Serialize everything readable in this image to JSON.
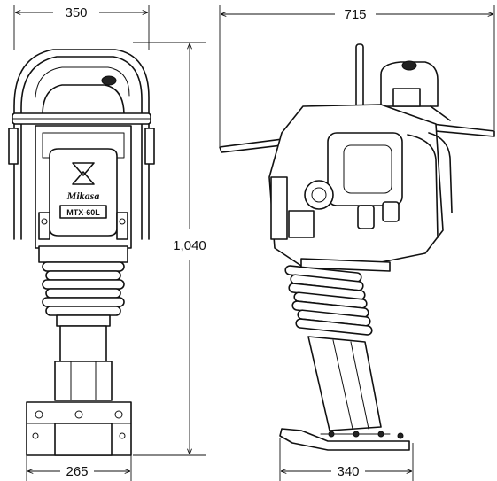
{
  "dimensions": {
    "front_width": "350",
    "front_height": "1,040",
    "front_base_width": "265",
    "side_length": "715",
    "side_base_length": "340"
  },
  "labels": {
    "brand": "Mikasa",
    "model": "MTX-60L"
  }
}
